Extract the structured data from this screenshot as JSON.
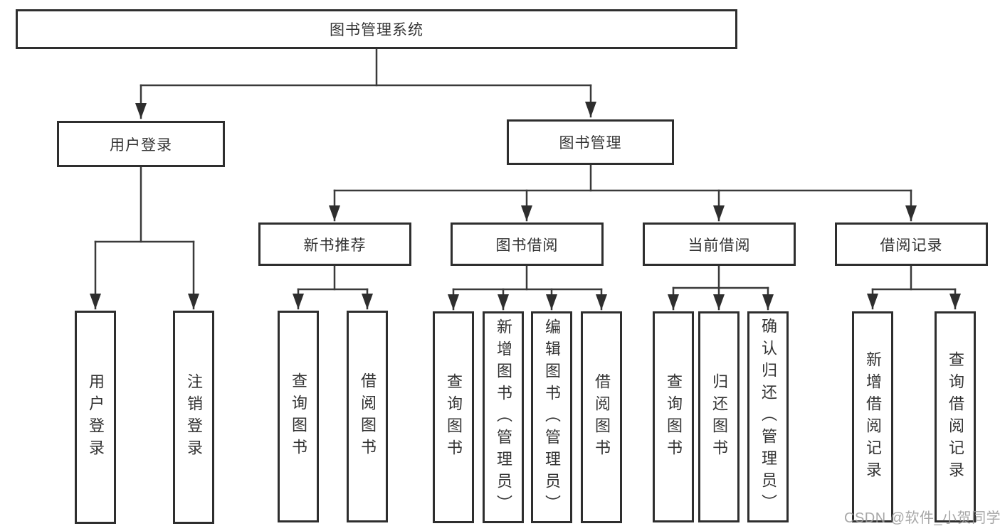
{
  "colors": {
    "line": "#3a3a3a",
    "box_border": "#2e2e2e",
    "text": "#333333",
    "watermark": "#9b9b9b",
    "background": "#ffffff"
  },
  "tree": {
    "root": {
      "label": "图书管理系统"
    },
    "branches": [
      {
        "label": "用户登录",
        "children": [
          {
            "label": "用户登录"
          },
          {
            "label": "注销登录"
          }
        ]
      },
      {
        "label": "图书管理",
        "children": [
          {
            "label": "新书推荐",
            "children": [
              {
                "label": "查询图书"
              },
              {
                "label": "借阅图书"
              }
            ]
          },
          {
            "label": "图书借阅",
            "children": [
              {
                "label": "查询图书"
              },
              {
                "label": "新增图书（管理员）"
              },
              {
                "label": "编辑图书（管理员）"
              },
              {
                "label": "借阅图书"
              }
            ]
          },
          {
            "label": "当前借阅",
            "children": [
              {
                "label": "查询图书"
              },
              {
                "label": "归还图书"
              },
              {
                "label": "确认归还（管理员）"
              }
            ]
          },
          {
            "label": "借阅记录",
            "children": [
              {
                "label": "新增借阅记录"
              },
              {
                "label": "查询借阅记录"
              }
            ]
          }
        ]
      }
    ]
  },
  "watermark": {
    "text": "CSDN @软件_小贺同学"
  }
}
